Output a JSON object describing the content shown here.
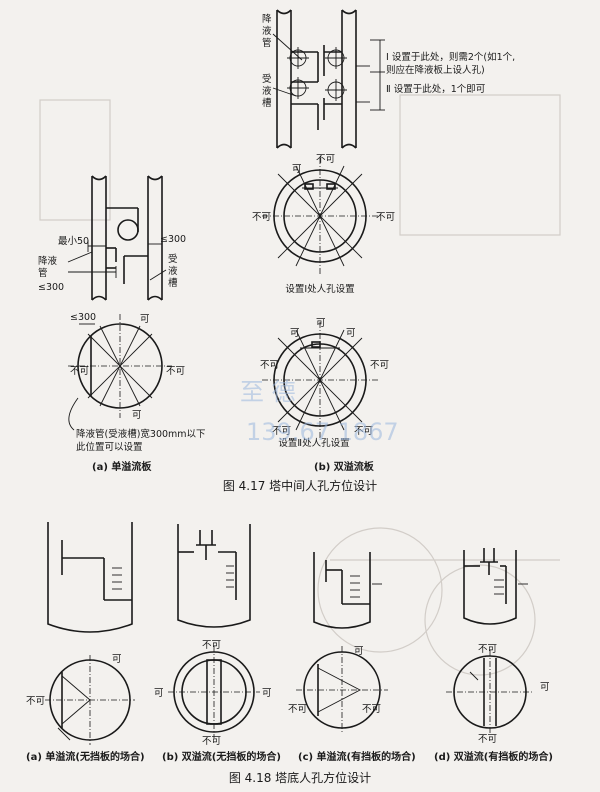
{
  "fig17": {
    "top_detail": {
      "downcomer_label": [
        "降",
        "液",
        "管"
      ],
      "receiving_label": [
        "受",
        "液",
        "槽"
      ],
      "note_I": "Ⅰ 设置于此处，则需2个(如1个,",
      "note_I_2": "则应在降液板上设人孔)",
      "note_II": "Ⅱ 设置于此处，1个即可"
    },
    "left_detail": {
      "min_label": "最小50",
      "dim1": "≤300",
      "dim2": "≤300",
      "downcomer_label": [
        "降液",
        "管"
      ],
      "receiving_label": [
        "受",
        "液",
        "槽"
      ]
    },
    "plan_I": {
      "top_left": "可",
      "top": "不可",
      "left": "不可",
      "right": "不可",
      "caption": "设置Ⅰ处人孔设置"
    },
    "plan_single": {
      "dim": "≤300",
      "top": "可",
      "left": "不可",
      "right": "不可",
      "bottom": "可",
      "note_1": "降液管(受液槽)宽300mm以下",
      "note_2": "此位置可以设置"
    },
    "plan_II": {
      "top_left": "可",
      "top": "可",
      "top_right": "可",
      "left": "不可",
      "right": "不可",
      "bottom_left": "不可",
      "bottom_right": "不可",
      "caption": "设置Ⅱ处人孔设置"
    },
    "sub_a": "(a) 单溢流板",
    "sub_b": "(b) 双溢流板",
    "caption": "图 4.17   塔中间人孔方位设计"
  },
  "fig18": {
    "a": {
      "top": "可",
      "left": "不可",
      "caption": "(a) 单溢流(无挡板的场合)"
    },
    "b": {
      "top": "不可",
      "left": "可",
      "right": "可",
      "bottom": "不可",
      "caption": "(b) 双溢流(无挡板的场合)"
    },
    "c": {
      "top": "可",
      "left": "不可",
      "right": "不可",
      "caption": "(c) 单溢流(有挡板的场合)"
    },
    "d": {
      "top": "不可",
      "right": "可",
      "bottom": "不可",
      "caption": "(d) 双溢流(有挡板的场合)"
    },
    "caption": "图 4.18   塔底人孔方位设计"
  },
  "watermark": {
    "line1": "至 德",
    "line2": "139.67  1867"
  }
}
